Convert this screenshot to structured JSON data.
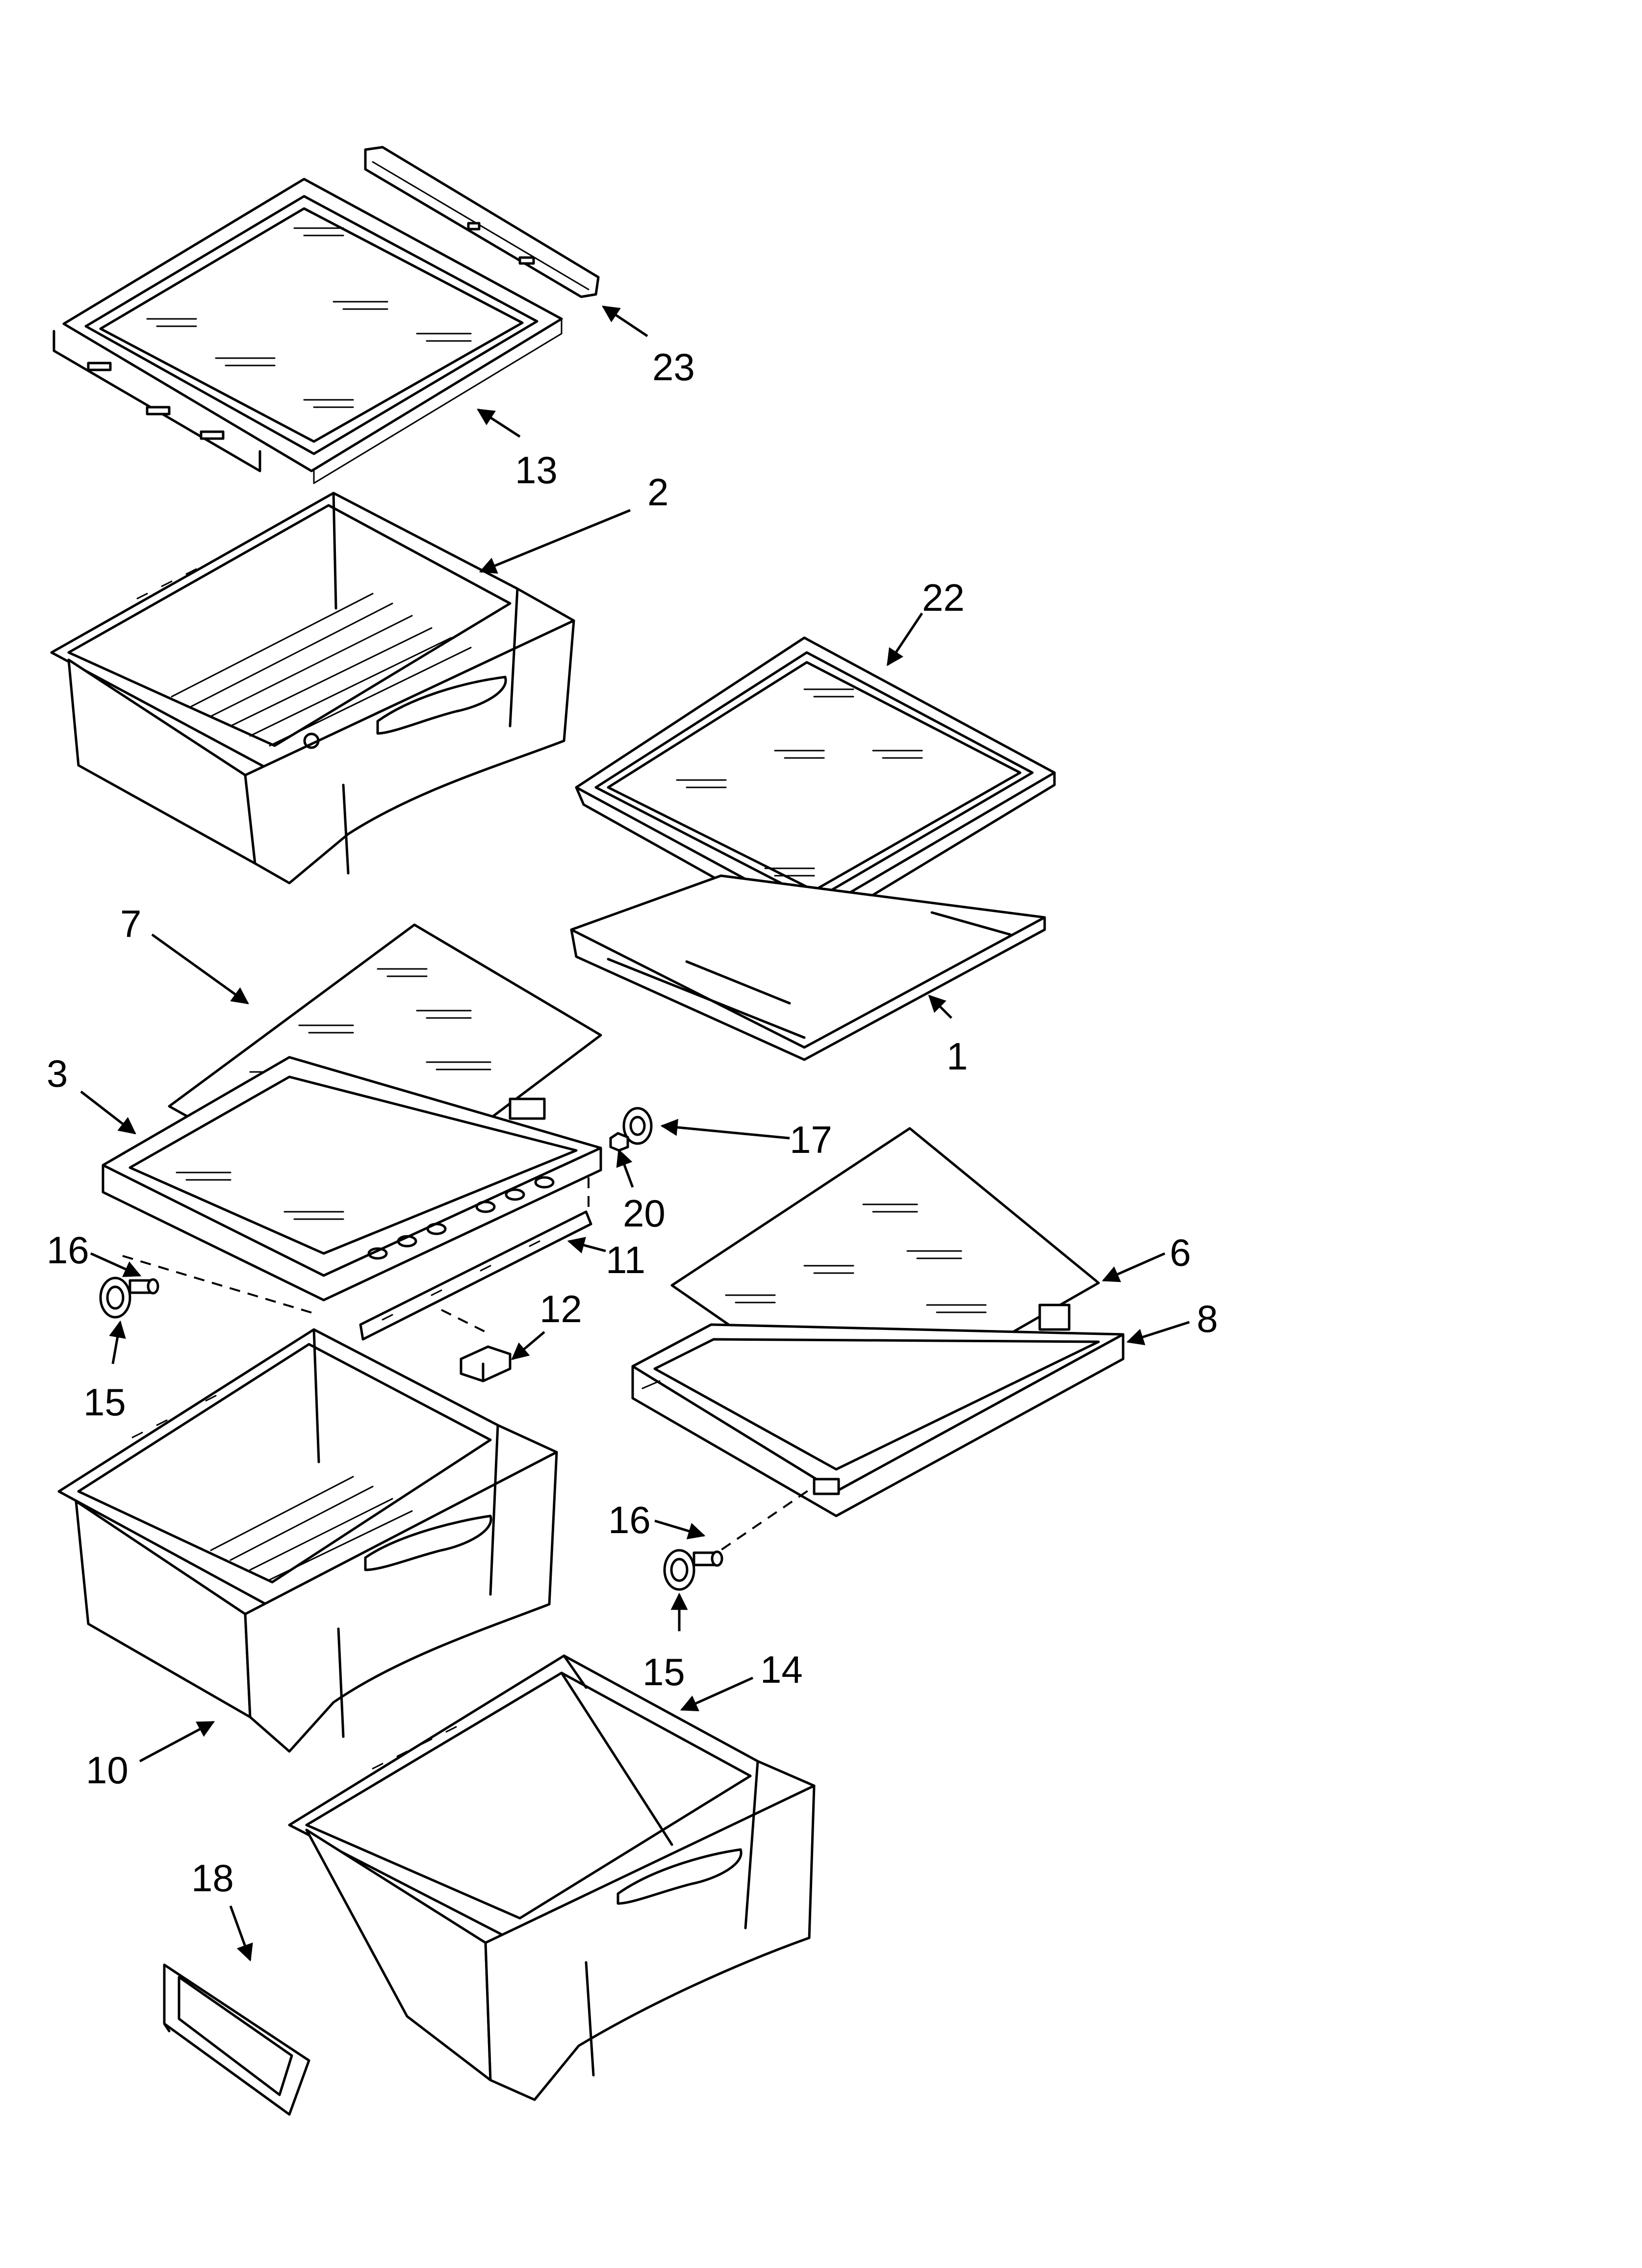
{
  "diagram": {
    "labels": {
      "p1": "1",
      "p2": "2",
      "p3": "3",
      "p6": "6",
      "p7": "7",
      "p8": "8",
      "p10": "10",
      "p11": "11",
      "p12": "12",
      "p13": "13",
      "p14": "14",
      "p15a": "15",
      "p15b": "15",
      "p16a": "16",
      "p16b": "16",
      "p17": "17",
      "p18": "18",
      "p20": "20",
      "p22": "22",
      "p23": "23"
    }
  }
}
